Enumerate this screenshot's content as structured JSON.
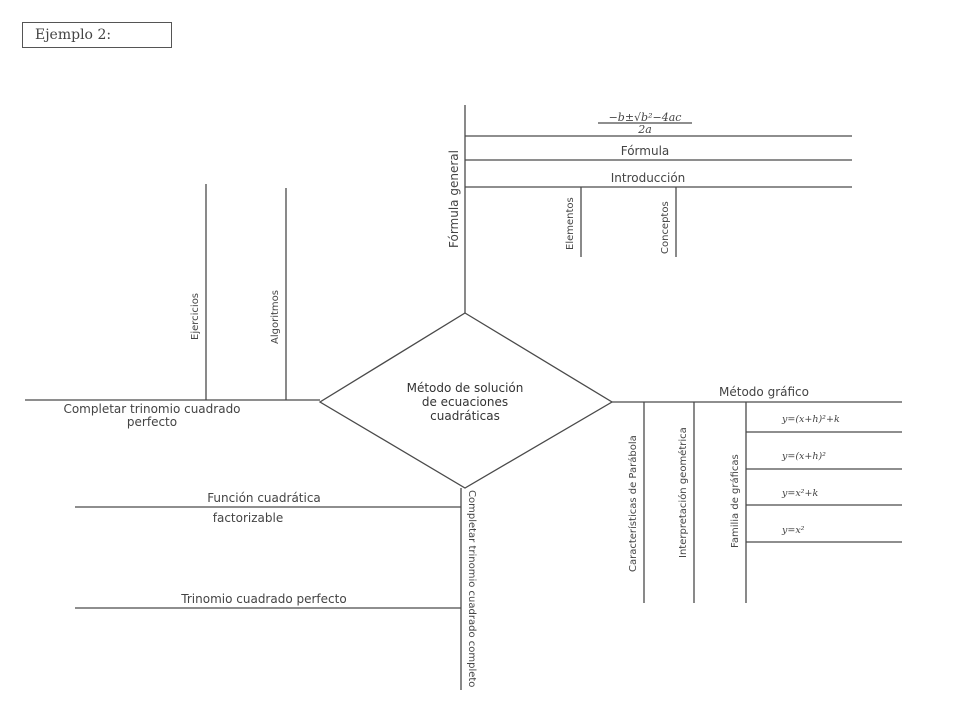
{
  "header": {
    "example_label": "Ejemplo 2:"
  },
  "center": {
    "line1": "Método de solución",
    "line2": "de ecuaciones",
    "line3": "cuadráticas"
  },
  "top_branch": {
    "spine_label": "Fórmula general",
    "formula_numerator": "−b±√b²−4ac",
    "formula_denominator": "2a",
    "formula_label": "Fórmula",
    "intro_label": "Introducción",
    "sub_elementos": "Elementos",
    "sub_conceptos": "Conceptos"
  },
  "left_branch": {
    "spine_line1": "Completar trinomio cuadrado",
    "spine_line2": "perfecto",
    "sub_ejercicios": "Ejercicios",
    "sub_algoritmos": "Algoritmos"
  },
  "right_branch": {
    "spine_label": "Método gráfico",
    "sub_caracteristicas": "Características de Parábola",
    "sub_interpretacion": "Interpretación geométrica",
    "sub_familia": "Familia de gráficas",
    "eq1": "y=(x+h)²+k",
    "eq2": "y=(x+h)²",
    "eq3": "y=x²+k",
    "eq4": "y=x²"
  },
  "bottom_branch": {
    "spine_label": "Completar trinomio cuadrado completo",
    "sub_funcion_line1": "Función cuadrática",
    "sub_funcion_line2": "factorizable",
    "sub_trinomio": "Trinomio cuadrado perfecto"
  }
}
